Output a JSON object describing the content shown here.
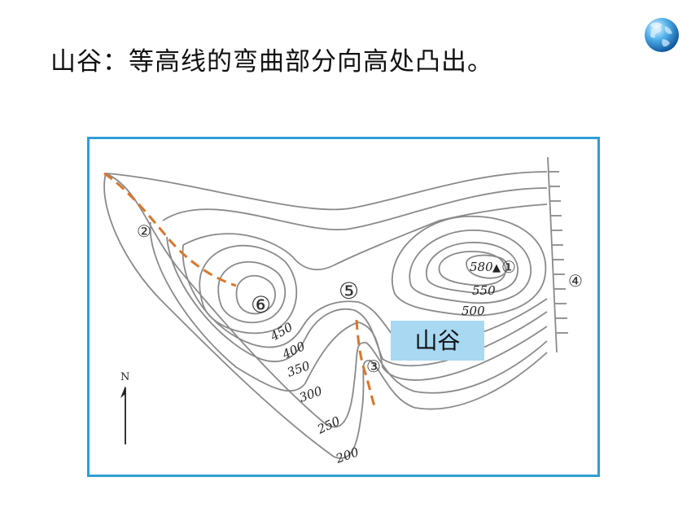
{
  "heading": "山谷：等高线的弯曲部分向高处凸出。",
  "callout": {
    "label": "山谷",
    "color": "#a8d8f2"
  },
  "map": {
    "frame_color": "#2e9ed6",
    "valley_line_color": "#d9762b",
    "contour_color": "#8a8a8a",
    "contour_labels": [
      "580",
      "550",
      "500",
      "450",
      "400",
      "350",
      "300",
      "250",
      "200"
    ],
    "markers": [
      "①",
      "②",
      "③",
      "④",
      "⑤",
      "⑥"
    ],
    "north": "N",
    "summit_symbol": "▲"
  },
  "icons": {
    "logo": "globe-icon",
    "compass": "north-arrow-icon"
  }
}
